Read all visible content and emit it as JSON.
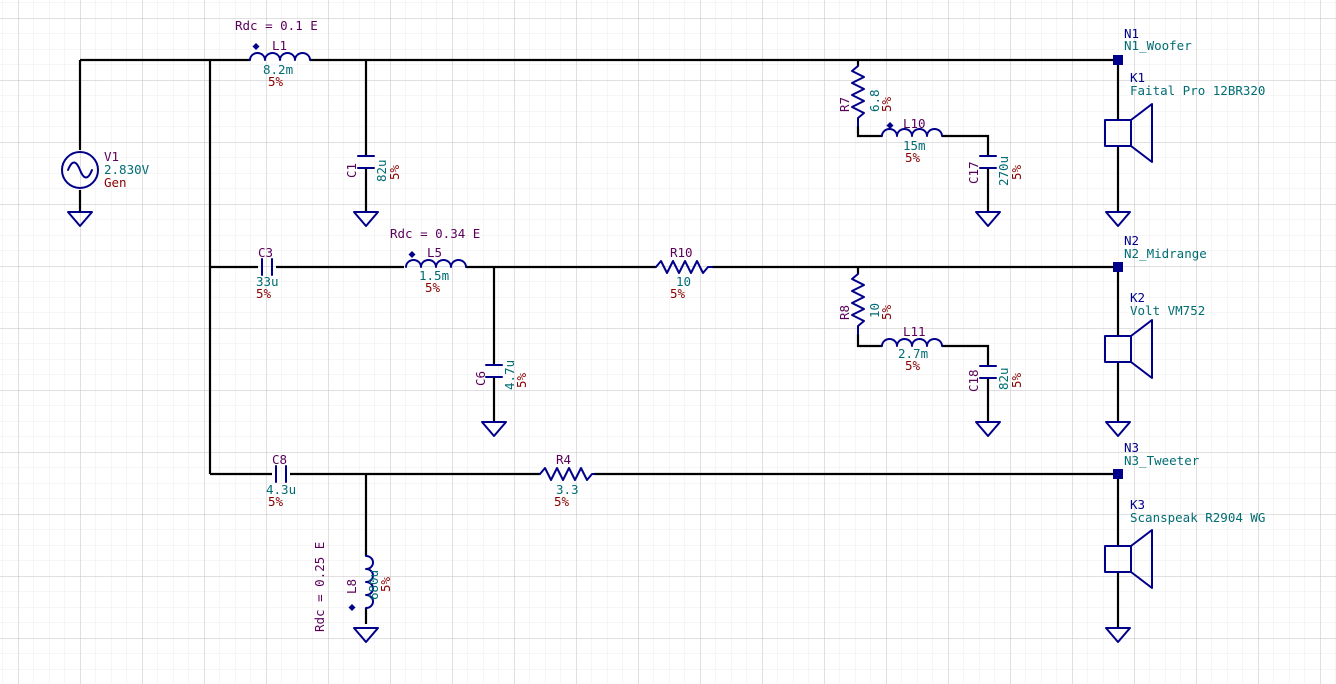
{
  "schematic": {
    "source": {
      "name": "V1",
      "value": "2.830V",
      "label": "Gen"
    },
    "components": {
      "L1": {
        "name": "L1",
        "value": "8.2m",
        "tol": "5%",
        "rdc": "Rdc = 0.1 E"
      },
      "C1": {
        "name": "C1",
        "value": "82u",
        "tol": "5%"
      },
      "R7": {
        "name": "R7",
        "value": "6.8",
        "tol": "5%"
      },
      "L10": {
        "name": "L10",
        "value": "15m",
        "tol": "5%"
      },
      "C17": {
        "name": "C17",
        "value": "270u",
        "tol": "5%"
      },
      "C3": {
        "name": "C3",
        "value": "33u",
        "tol": "5%"
      },
      "L5": {
        "name": "L5",
        "value": "1.5m",
        "tol": "5%",
        "rdc": "Rdc = 0.34 E"
      },
      "C6": {
        "name": "C6",
        "value": "4.7u",
        "tol": "5%"
      },
      "R10": {
        "name": "R10",
        "value": "10",
        "tol": "5%"
      },
      "R8": {
        "name": "R8",
        "value": "10",
        "tol": "5%"
      },
      "L11": {
        "name": "L11",
        "value": "2.7m",
        "tol": "5%"
      },
      "C18": {
        "name": "C18",
        "value": "82u",
        "tol": "5%"
      },
      "C8": {
        "name": "C8",
        "value": "4.3u",
        "tol": "5%"
      },
      "R4": {
        "name": "R4",
        "value": "3.3",
        "tol": "5%"
      },
      "L8": {
        "name": "L8",
        "value": "680u",
        "tol": "5%",
        "rdc": "Rdc = 0.25 E"
      }
    },
    "nodes": {
      "N1": {
        "id": "N1",
        "label": "N1_Woofer"
      },
      "N2": {
        "id": "N2",
        "label": "N2_Midrange"
      },
      "N3": {
        "id": "N3",
        "label": "N3_Tweeter"
      }
    },
    "speakers": {
      "K1": {
        "name": "K1",
        "model": "Faital Pro 12BR320"
      },
      "K2": {
        "name": "K2",
        "model": "Volt VM752"
      },
      "K3": {
        "name": "K3",
        "model": "Scanspeak R2904 WG"
      }
    }
  },
  "colors": {
    "wire": "#000000",
    "symbol": "#00008b",
    "component_name": "#5b005b",
    "component_value": "#006d73",
    "tolerance": "#8a0000",
    "grid_major": "#c2c2c2",
    "grid_minor": "#ececec"
  },
  "icons": [
    "ac-source-icon",
    "ground-icon",
    "inductor-icon",
    "capacitor-icon",
    "resistor-icon",
    "speaker-icon",
    "node-marker-icon"
  ]
}
